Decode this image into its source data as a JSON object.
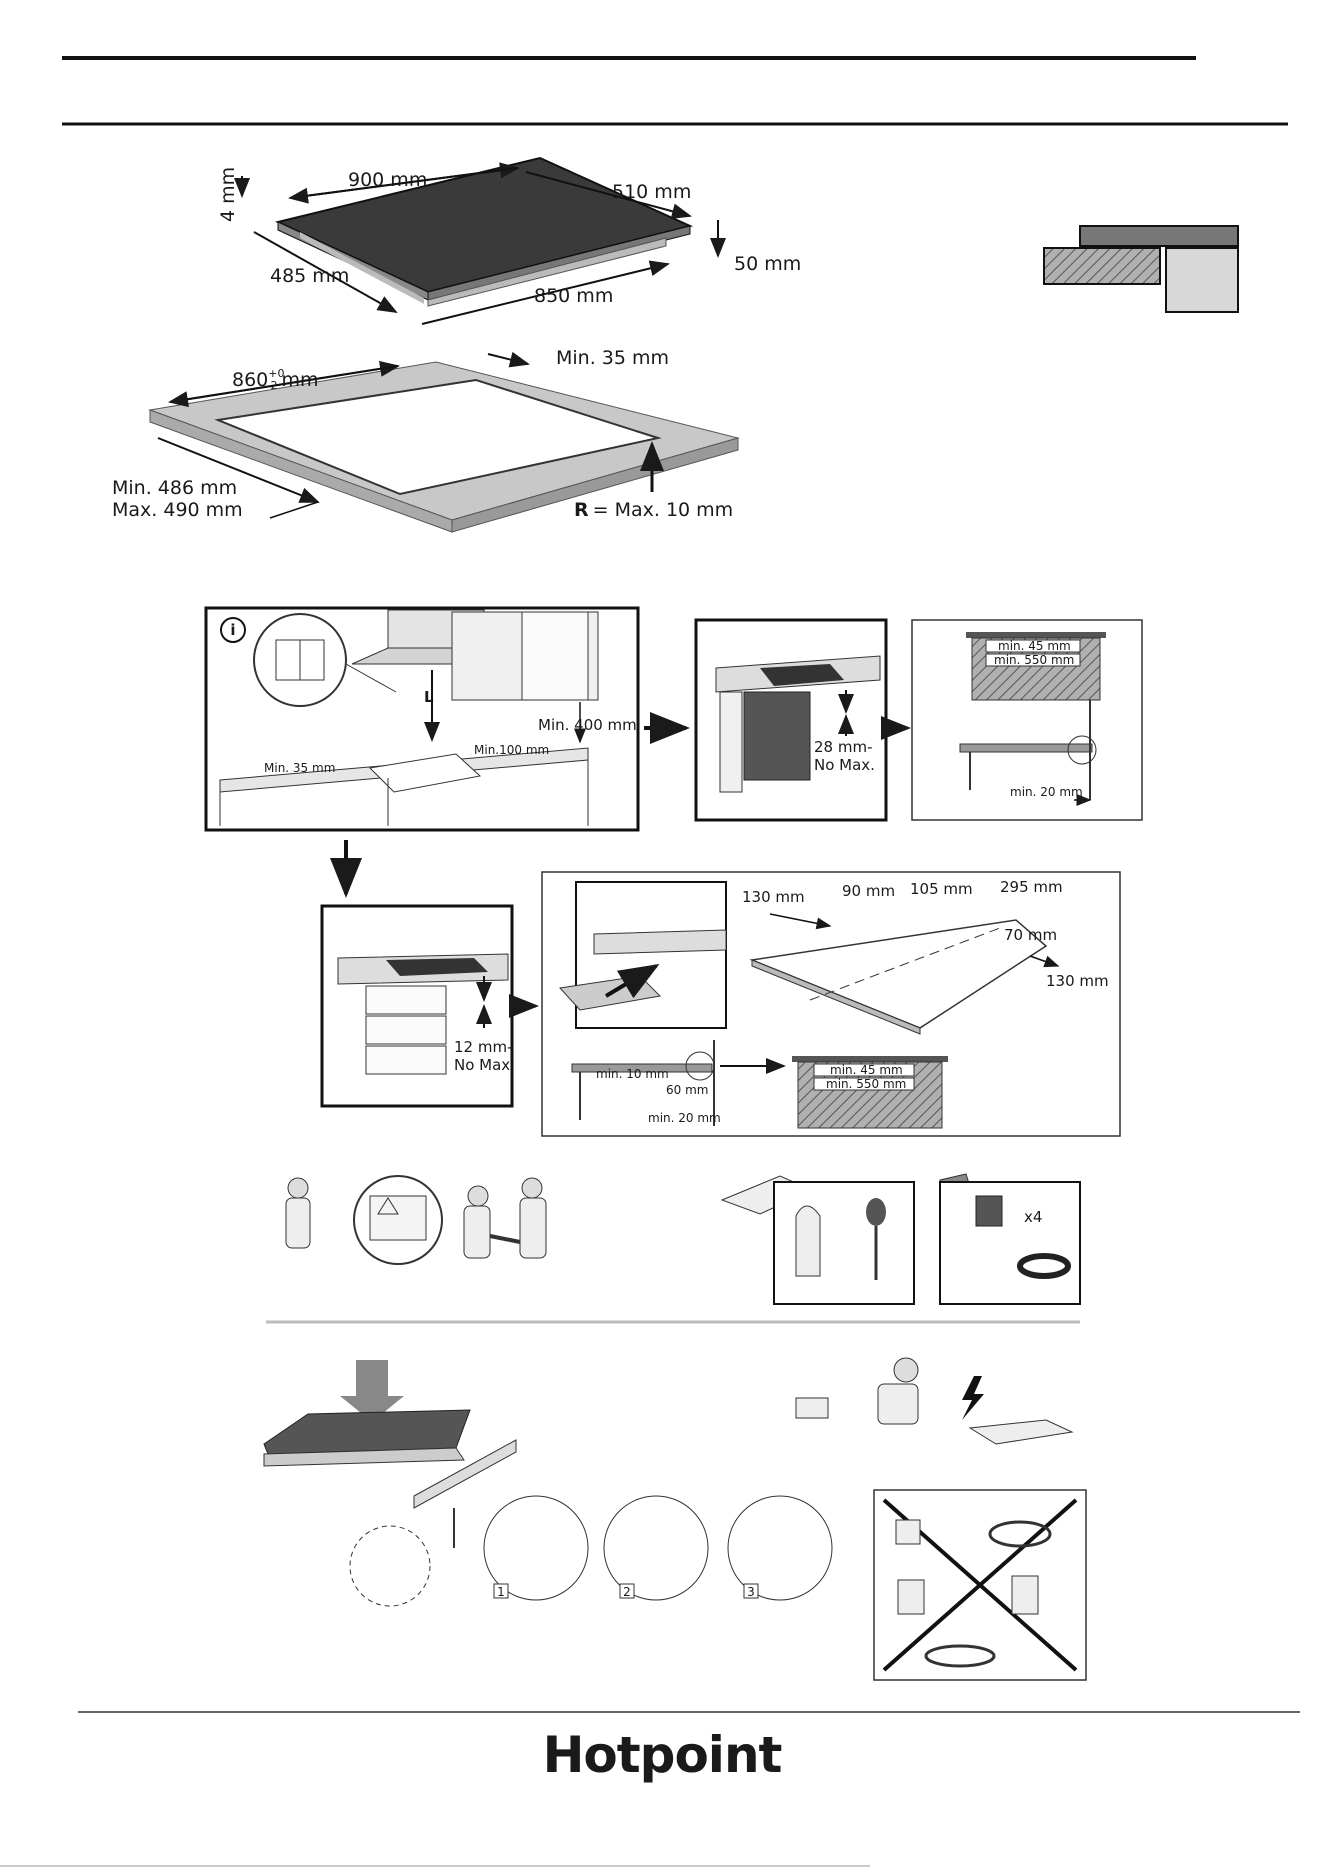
{
  "dims": {
    "thickness": "4 mm",
    "width": "900 mm",
    "depth": "510 mm",
    "height": "50 mm",
    "inner_depth": "485 mm",
    "inner_width": "850 mm",
    "cutout_width_base": "860",
    "cutout_width_tol_plus": "+0",
    "cutout_width_tol_minus": "2",
    "cutout_width_unit": "mm",
    "min_edge": "Min. 35 mm",
    "cutout_depth_min": "Min. 486 mm",
    "cutout_depth_max": "Max. 490 mm",
    "radius_letter": "R",
    "radius_text": "= Max. 10 mm"
  },
  "panels": {
    "info_letter": "i",
    "hood_letter": "L",
    "min_400": "Min. 400 mm",
    "min_100": "Min.100 mm",
    "min_35": "Min. 35 mm",
    "oven_gap_l1": "28 mm-",
    "oven_gap_l2": "No Max.",
    "min_45": "min. 45 mm",
    "min_550": "min. 550 mm",
    "min_20": "min. 20 mm",
    "drawer_gap_l1": "12 mm-",
    "drawer_gap_l2": "No Max.",
    "panel_130": "130 mm",
    "panel_90": "90 mm",
    "panel_105": "105 mm",
    "panel_295": "295 mm",
    "panel_70": "70 mm",
    "panel_130b": "130 mm",
    "min_10": "min. 10 mm",
    "dim_60": "60 mm",
    "min_20b": "min. 20 mm",
    "min_45b": "min. 45 mm",
    "min_550b": "min. 550 mm"
  },
  "accessories": {
    "bracket_count": "x4"
  },
  "steps": {
    "s1": "1",
    "s2": "2",
    "s3": "3"
  },
  "brand": {
    "logo": "Hotpoint"
  }
}
